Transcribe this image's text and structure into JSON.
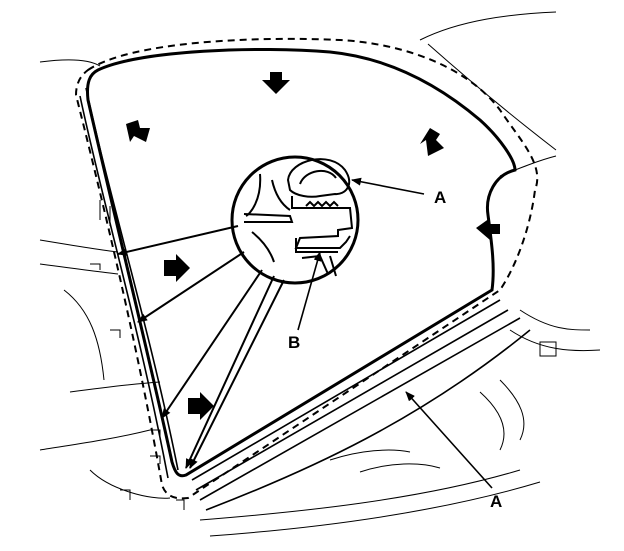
{
  "callouts": {
    "a_upper": "A",
    "b": "B",
    "a_lower": "A"
  },
  "colors": {
    "ink": "#000000",
    "background": "#ffffff"
  }
}
